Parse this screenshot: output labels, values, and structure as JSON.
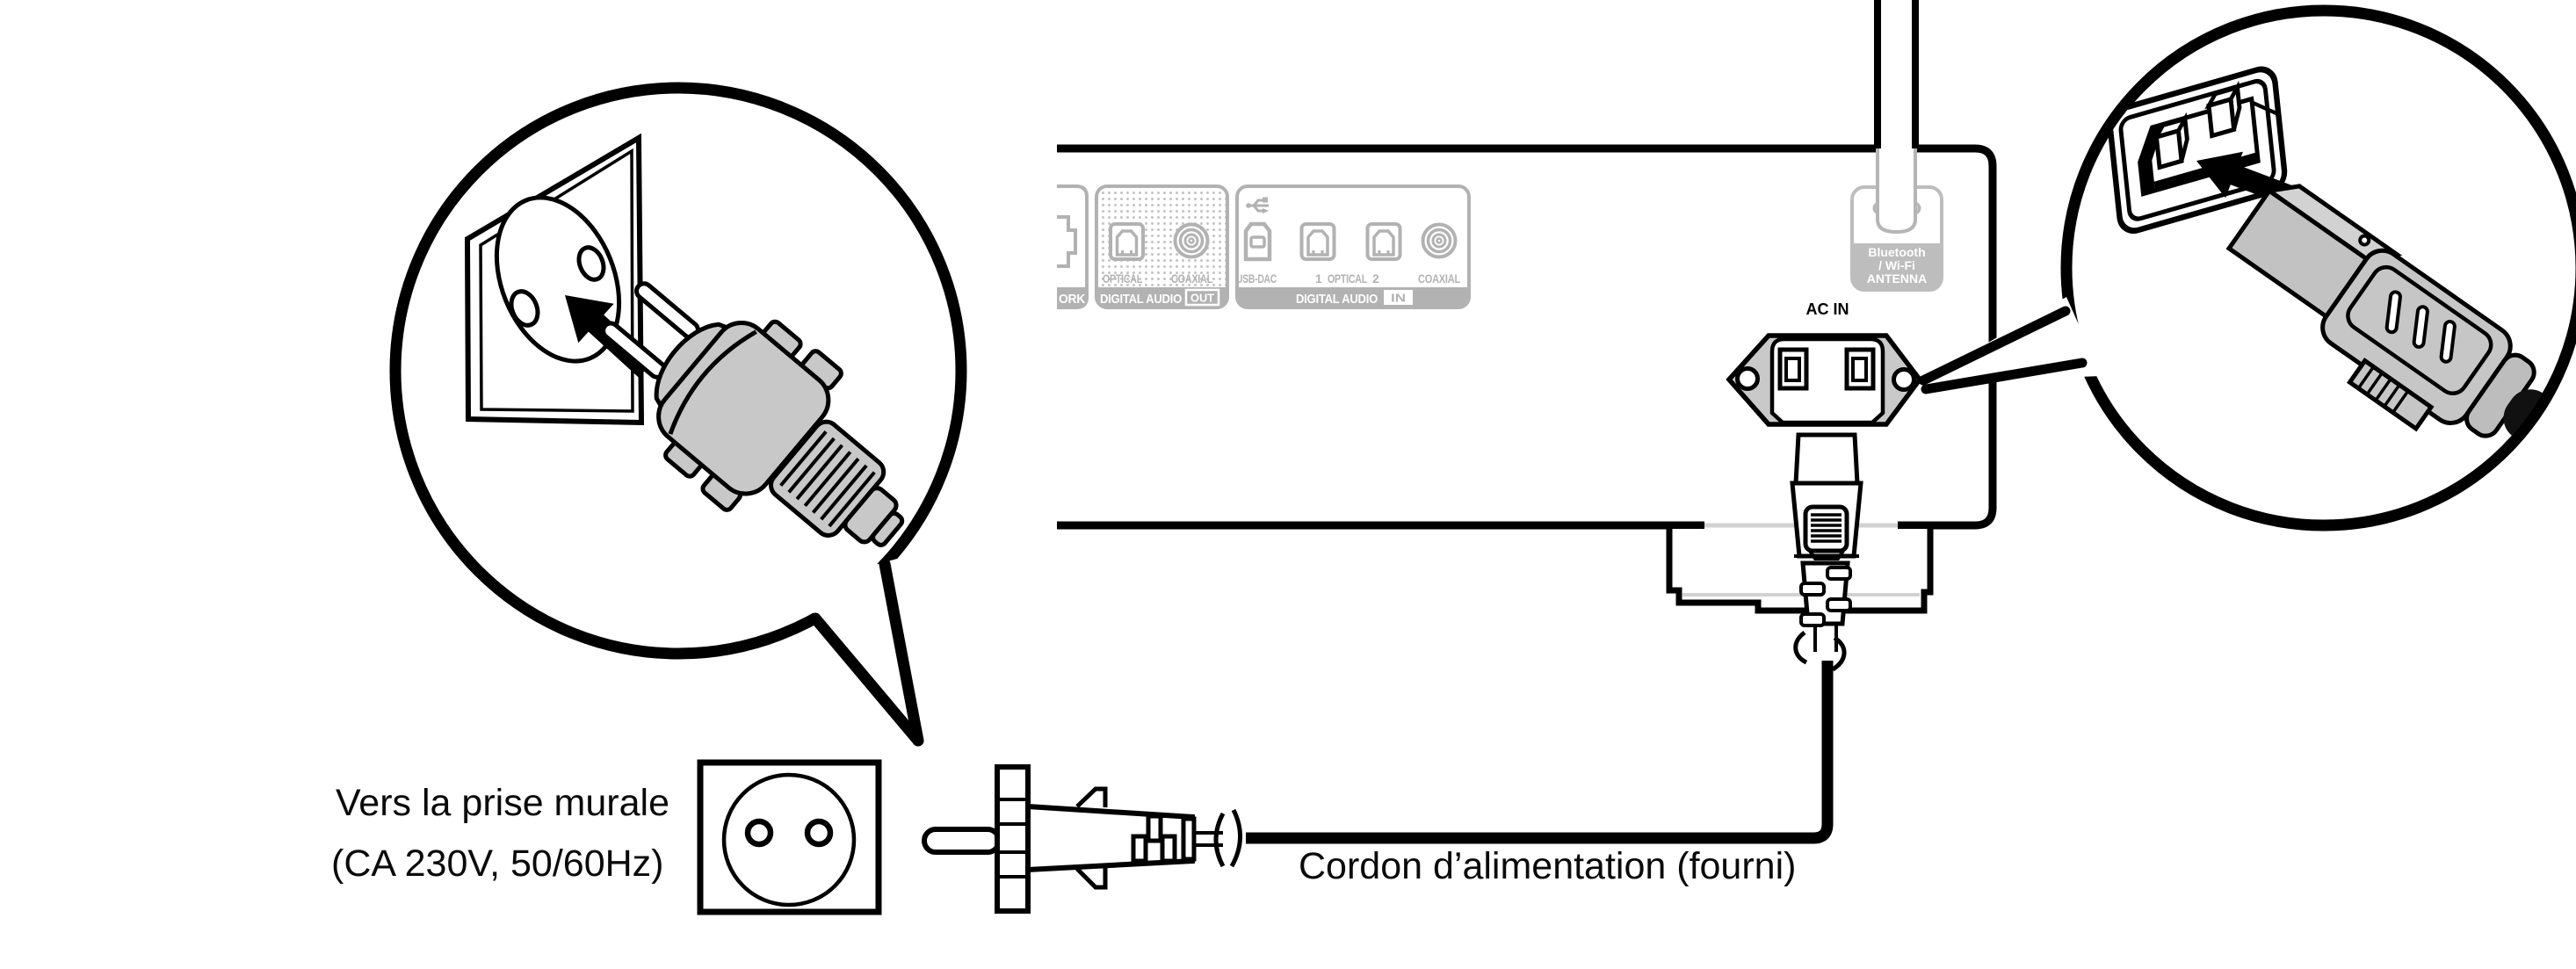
{
  "diagram": {
    "captions": {
      "wall_line1": "Vers la prise murale",
      "wall_line2": "(CA 230V, 50/60Hz)",
      "cord": "Cordon d’alimentation (fourni)"
    },
    "rear_panel": {
      "ac_in": "AC IN",
      "network_clipped": "ORK",
      "digital_audio_out": {
        "optical": "OPTICAL",
        "coaxial": "COAXIAL",
        "strip": "DIGITAL AUDIO",
        "badge": "OUT"
      },
      "digital_audio_in": {
        "usb_dac": "USB-DAC",
        "optical_1": "1",
        "optical": "OPTICAL",
        "optical_2": "2",
        "coaxial": "COAXIAL",
        "strip": "DIGITAL AUDIO",
        "badge": "IN"
      },
      "antenna_label": [
        "Bluetooth",
        "/ Wi-Fi",
        "ANTENNA"
      ]
    },
    "colors": {
      "outline": "#000000",
      "panel_label_gray": "#b2b2b2",
      "inlet_gray": "#c9c9c9",
      "plug_gray": "#c8c8c8",
      "background": "#ffffff"
    }
  }
}
